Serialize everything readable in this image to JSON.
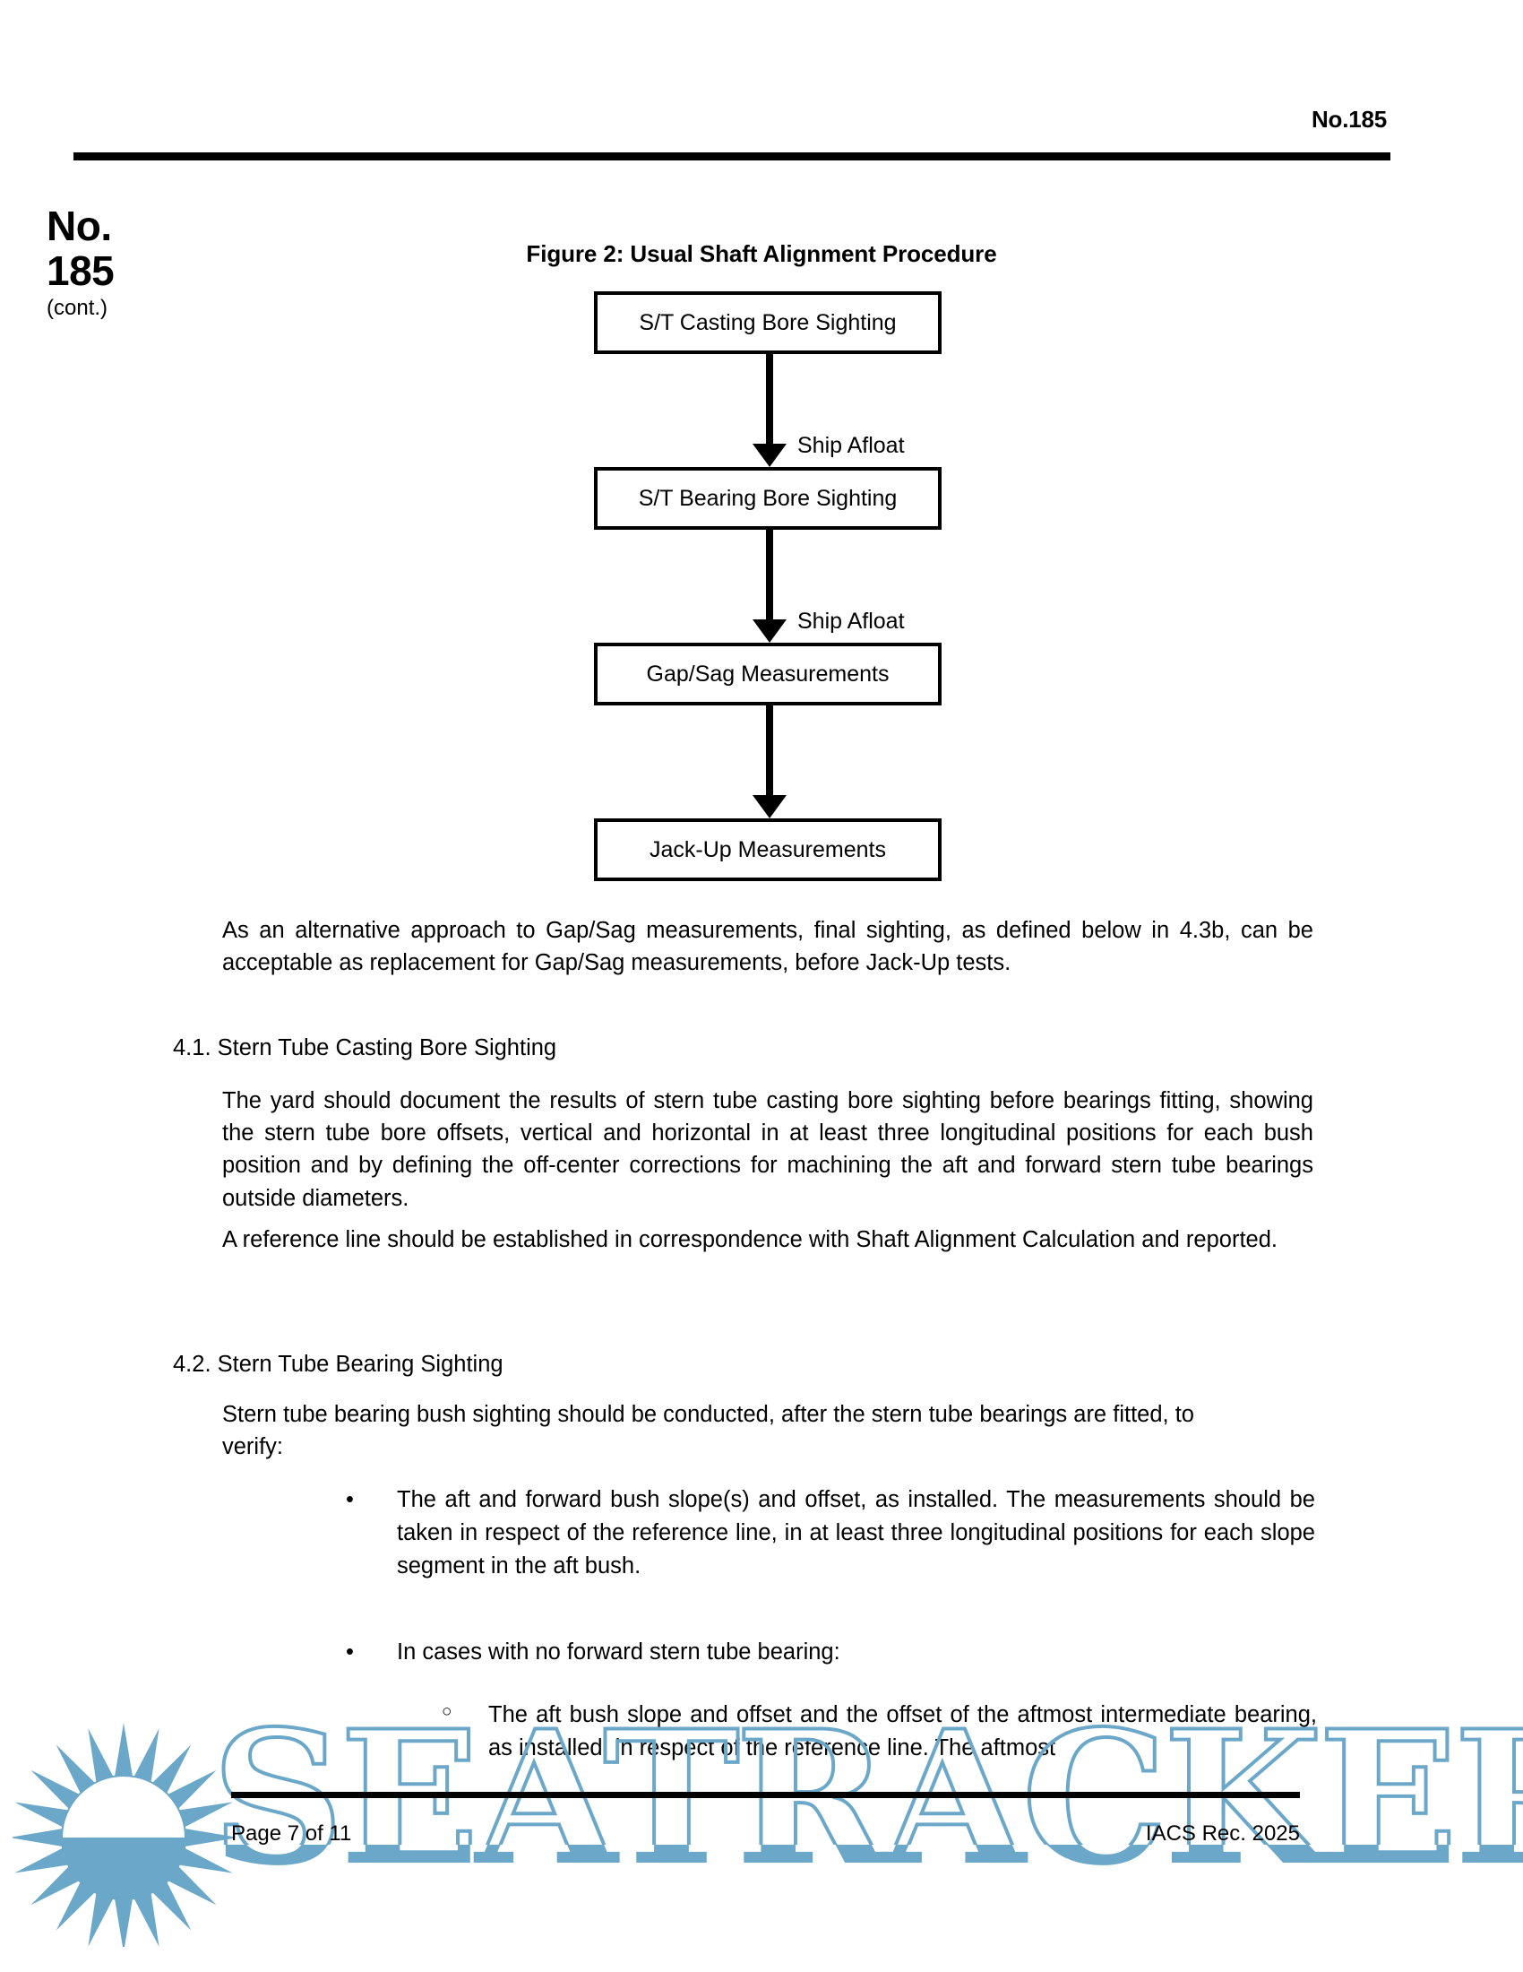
{
  "header": {
    "doc_ref": "No.185"
  },
  "margin": {
    "line1": "No.",
    "line2": "185",
    "cont": "(cont.)"
  },
  "figure": {
    "caption": "Figure 2: Usual Shaft Alignment Procedure",
    "boxes": [
      "S/T Casting Bore Sighting",
      "S/T Bearing Bore Sighting",
      "Gap/Sag Measurements",
      "Jack-Up Measurements"
    ],
    "arrow_labels": [
      "Ship Afloat",
      "Ship Afloat"
    ]
  },
  "body": {
    "intro": "As an alternative approach to Gap/Sag measurements, final sighting, as defined below in 4.3b, can be acceptable as replacement for Gap/Sag measurements, before Jack-Up tests.",
    "section_41_heading": "4.1. Stern Tube Casting Bore Sighting",
    "section_41_para1": "The yard should document the results of stern tube casting bore sighting before bearings fitting, showing the stern tube bore offsets, vertical and horizontal in at least three longitudinal positions for each bush position and by defining the off-center corrections for machining the aft and forward stern tube bearings outside diameters.",
    "section_41_para2": "A reference line should be established in correspondence with Shaft Alignment Calculation and reported.",
    "section_42_heading": "4.2. Stern Tube Bearing Sighting",
    "section_42_para1": "Stern tube bearing bush sighting should be conducted, after the stern tube bearings are fitted, to verify:",
    "bullet_1": "The aft and forward bush slope(s) and offset, as installed. The measurements should be taken in respect of the reference line, in at least three longitudinal positions for each slope segment in the aft bush.",
    "bullet_2": "In cases with no forward stern tube bearing:",
    "sub_bullet_1": "The aft bush slope and offset and the offset of the aftmost intermediate bearing, as installed, in respect of the reference line. The aftmost",
    "bullet_marker": "•",
    "sub_bullet_marker": "○"
  },
  "footer": {
    "page": "Page 7 of 11",
    "source": "IACS Rec. 2025"
  },
  "watermark": {
    "text": "SEATRACKER.RU",
    "color": "#6aa7c8"
  }
}
